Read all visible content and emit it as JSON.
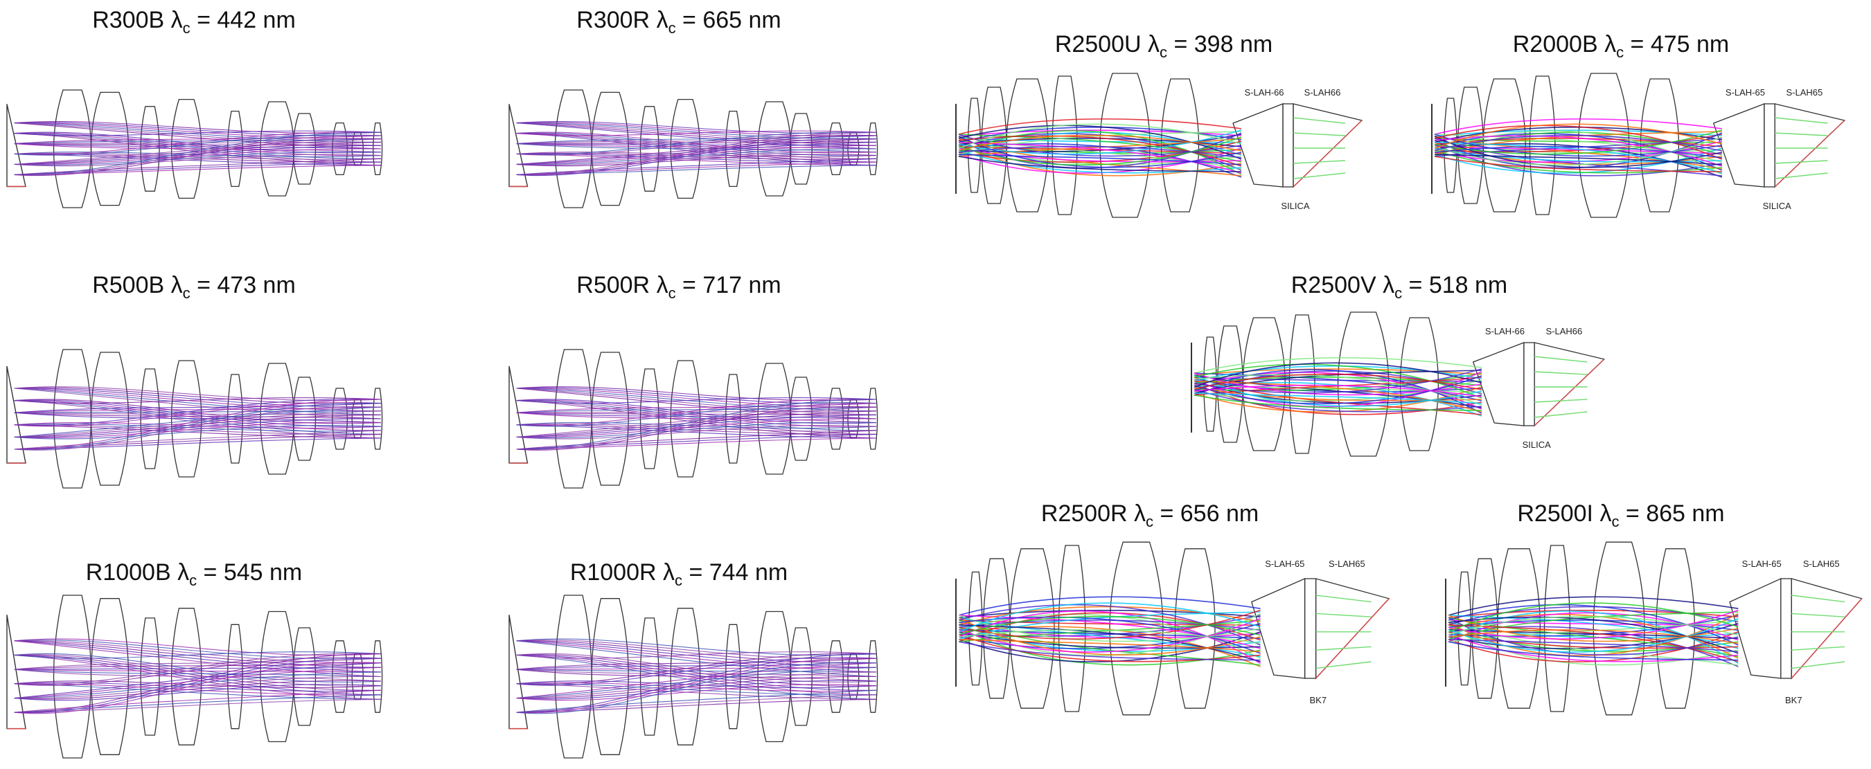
{
  "panels": [
    {
      "id": "r300b",
      "grating": "R300B",
      "lambda_symbol": "λ",
      "lambda_sub": "c",
      "lambda_value": "= 442 nm",
      "prism": "plain",
      "glass_labels": []
    },
    {
      "id": "r300r",
      "grating": "R300R",
      "lambda_symbol": "λ",
      "lambda_sub": "c",
      "lambda_value": "= 665 nm",
      "prism": "plain",
      "glass_labels": []
    },
    {
      "id": "r2500u",
      "grating": "R2500U",
      "lambda_symbol": "λ",
      "lambda_sub": "c",
      "lambda_value": "= 398 nm",
      "prism": "vph",
      "glass_labels": [
        "S-LAH-66",
        "S-LAH66",
        "SILICA"
      ]
    },
    {
      "id": "r2000b",
      "grating": "R2000B",
      "lambda_symbol": "λ",
      "lambda_sub": "c",
      "lambda_value": "= 475 nm",
      "prism": "vph",
      "glass_labels": [
        "S-LAH-65",
        "S-LAH65",
        "SILICA"
      ]
    },
    {
      "id": "r500b",
      "grating": "R500B",
      "lambda_symbol": "λ",
      "lambda_sub": "c",
      "lambda_value": "= 473 nm",
      "prism": "plain",
      "glass_labels": []
    },
    {
      "id": "r500r",
      "grating": "R500R",
      "lambda_symbol": "λ",
      "lambda_sub": "c",
      "lambda_value": "= 717 nm",
      "prism": "plain",
      "glass_labels": []
    },
    {
      "id": "r2500v",
      "grating": "R2500V",
      "lambda_symbol": "λ",
      "lambda_sub": "c",
      "lambda_value": "= 518 nm",
      "prism": "vph",
      "glass_labels": [
        "S-LAH-66",
        "S-LAH66",
        "SILICA"
      ]
    },
    {
      "id": "r1000b",
      "grating": "R1000B",
      "lambda_symbol": "λ",
      "lambda_sub": "c",
      "lambda_value": "= 545 nm",
      "prism": "plain",
      "glass_labels": []
    },
    {
      "id": "r1000r",
      "grating": "R1000R",
      "lambda_symbol": "λ",
      "lambda_sub": "c",
      "lambda_value": "= 744 nm",
      "prism": "plain",
      "glass_labels": []
    },
    {
      "id": "r2500r",
      "grating": "R2500R",
      "lambda_symbol": "λ",
      "lambda_sub": "c",
      "lambda_value": "= 656 nm",
      "prism": "vph",
      "glass_labels": [
        "S-LAH-65",
        "S-LAH65",
        "BK7"
      ]
    },
    {
      "id": "r2500i",
      "grating": "R2500I",
      "lambda_symbol": "λ",
      "lambda_sub": "c",
      "lambda_value": "= 865 nm",
      "prism": "vph",
      "glass_labels": [
        "S-LAH-65",
        "S-LAH65",
        "BK7"
      ]
    }
  ],
  "colors": {
    "lens_outline": "#333333",
    "purple_rays": [
      "#7a1fa2",
      "#5b2bb5",
      "#9c27b0",
      "#3f51b5",
      "#8e44ad"
    ],
    "vph_rays": [
      "#1a2bd6",
      "#0a0a80",
      "#e0141e",
      "#ff00ff",
      "#00c8ff",
      "#22cc22",
      "#7fe87f",
      "#ff6a00",
      "#4a2bcf"
    ]
  }
}
